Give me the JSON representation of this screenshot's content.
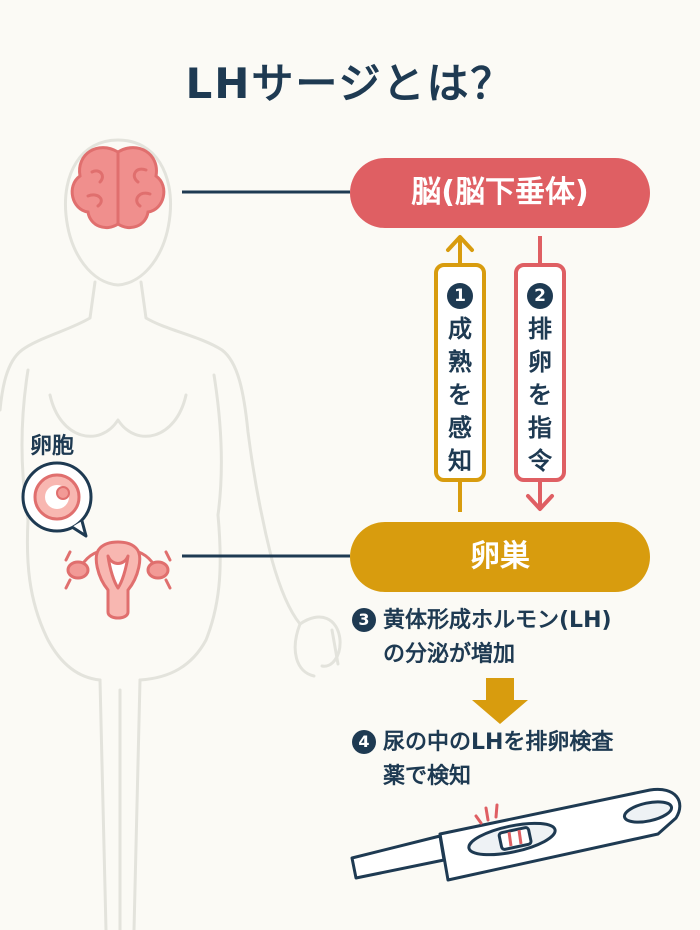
{
  "title": "LHサージとは？",
  "brain_box": "脳(脳下垂体)",
  "ovary_box": "卵巣",
  "follicle_label": "卵胞",
  "arrow_up": {
    "number": "1",
    "chars": [
      "成",
      "熟",
      "を",
      "感",
      "知"
    ]
  },
  "arrow_down": {
    "number": "2",
    "chars": [
      "排",
      "卵",
      "を",
      "指",
      "令"
    ]
  },
  "step3": {
    "number": "3",
    "line1": "黄体形成ホルモン(LH)",
    "line2": "の分泌が増加"
  },
  "step4": {
    "number": "4",
    "line1": "尿の中のLHを排卵検査",
    "line2": "薬で検知"
  },
  "colors": {
    "navy": "#1e3a52",
    "red": "#df5f63",
    "gold": "#d89c0e",
    "body_outline": "#e3e3dc",
    "background": "#fbfaf5"
  }
}
